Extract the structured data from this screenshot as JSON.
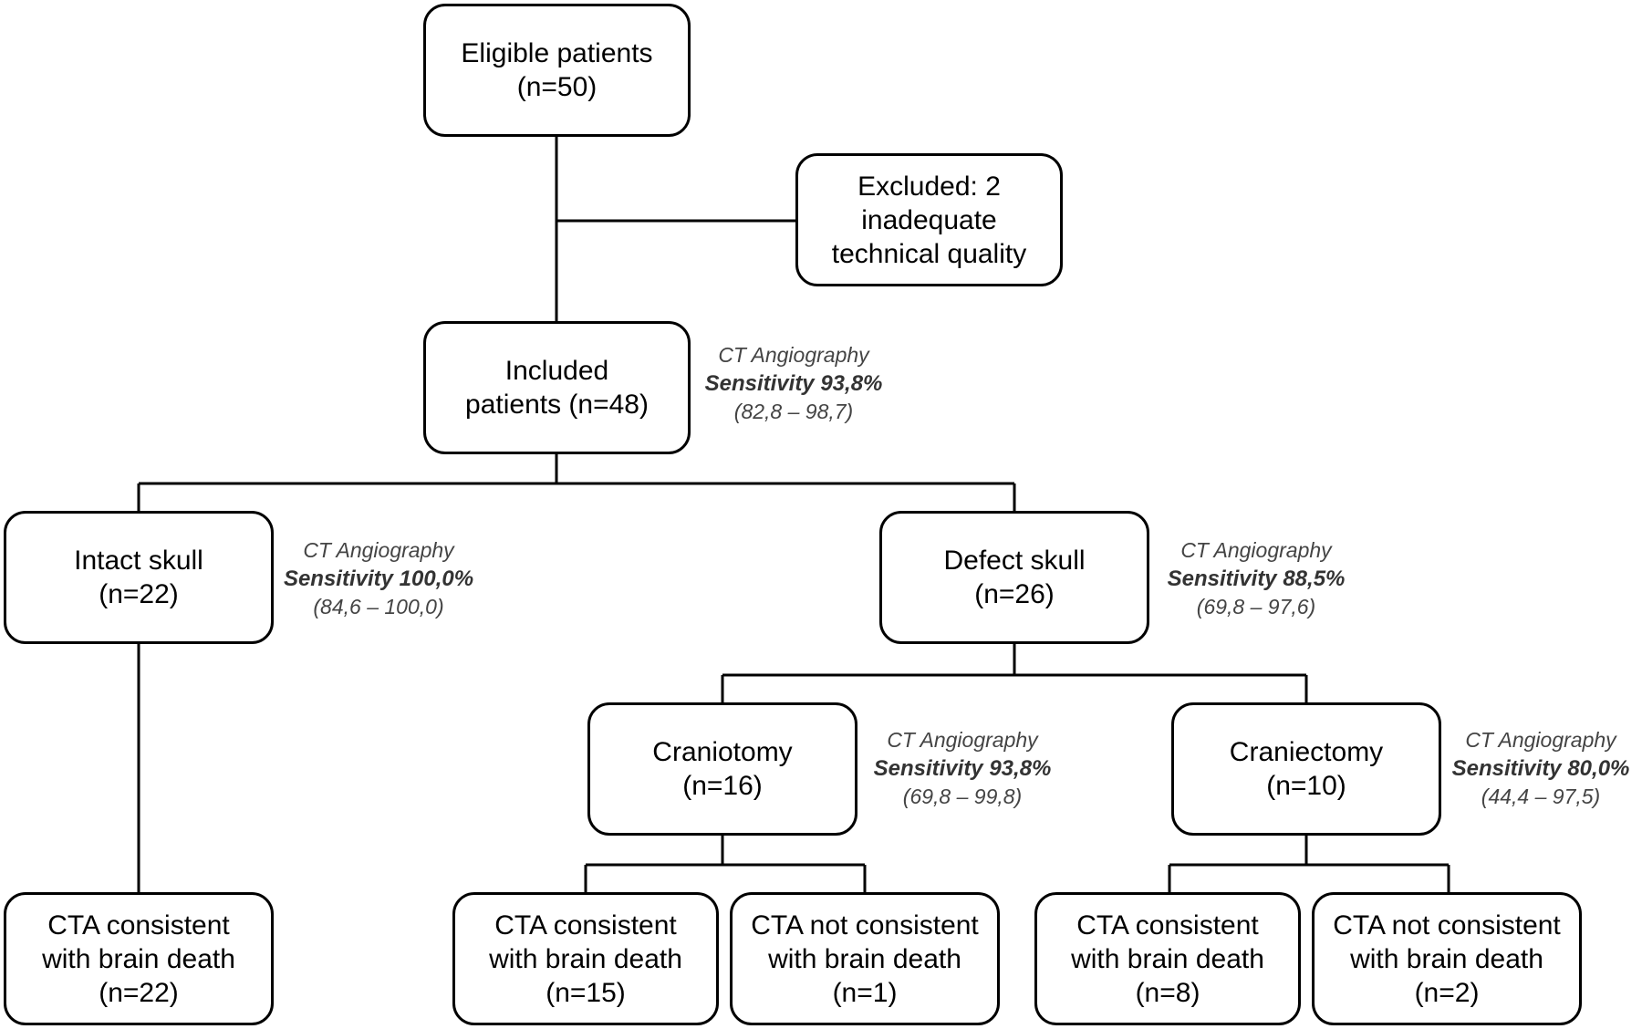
{
  "boxes": {
    "eligible": {
      "line1": "Eligible patients",
      "line2": "(n=50)"
    },
    "excluded": {
      "line1": "Excluded: 2",
      "line2": "inadequate",
      "line3": "technical quality"
    },
    "included": {
      "line1": "Included",
      "line2": "patients (n=48)"
    },
    "intact": {
      "line1": "Intact skull",
      "line2": "(n=22)"
    },
    "defect": {
      "line1": "Defect skull",
      "line2": "(n=26)"
    },
    "craniotomy": {
      "line1": "Craniotomy",
      "line2": "(n=16)"
    },
    "craniectomy": {
      "line1": "Craniectomy",
      "line2": "(n=10)"
    },
    "intact_consistent": {
      "line1": "CTA consistent",
      "line2": "with brain death",
      "line3": "(n=22)"
    },
    "craniotomy_consistent": {
      "line1": "CTA consistent",
      "line2": "with brain death",
      "line3": "(n=15)"
    },
    "craniotomy_not_consistent": {
      "line1": "CTA not consistent",
      "line2": "with brain death",
      "line3": "(n=1)"
    },
    "craniectomy_consistent": {
      "line1": "CTA consistent",
      "line2": "with brain death",
      "line3": "(n=8)"
    },
    "craniectomy_not_consistent": {
      "line1": "CTA not consistent",
      "line2": "with brain death",
      "line3": "(n=2)"
    }
  },
  "annotations": {
    "included": {
      "method": "CT Angiography",
      "sensitivity": "Sensitivity 93,8%",
      "ci": "(82,8 – 98,7)"
    },
    "intact": {
      "method": "CT Angiography",
      "sensitivity": "Sensitivity 100,0%",
      "ci": "(84,6 – 100,0)"
    },
    "defect": {
      "method": "CT Angiography",
      "sensitivity": "Sensitivity 88,5%",
      "ci": "(69,8 – 97,6)"
    },
    "craniotomy": {
      "method": "CT Angiography",
      "sensitivity": "Sensitivity 93,8%",
      "ci": "(69,8 – 99,8)"
    },
    "craniectomy": {
      "method": "CT Angiography",
      "sensitivity": "Sensitivity 80,0%",
      "ci": "(44,4 – 97,5)"
    }
  }
}
